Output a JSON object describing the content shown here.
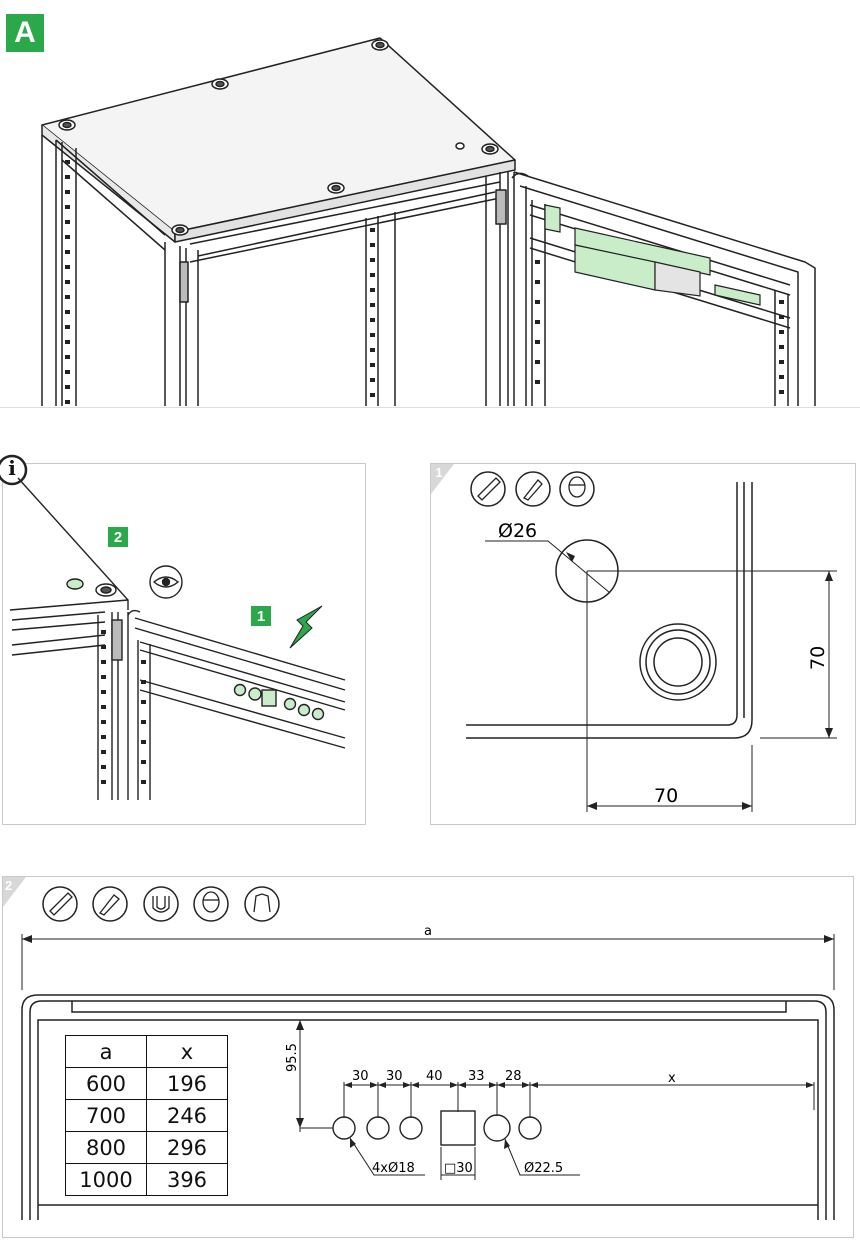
{
  "step_a": {
    "label": "A"
  },
  "detail": {
    "info_icon": "i",
    "callout_1": "1",
    "callout_2": "2"
  },
  "step1": {
    "step_number": "1",
    "tools": [
      "measure-tool-icon",
      "marker-pen-icon",
      "safety-goggles-icon"
    ],
    "hole_diameter_label": "Ø26",
    "dim_vertical": "70",
    "dim_horizontal": "70"
  },
  "step2": {
    "step_number": "2",
    "tools": [
      "measure-tool-icon",
      "drill-icon",
      "magnet-icon",
      "safety-goggles-icon",
      "gloves-icon"
    ],
    "dim_overall": "a",
    "dim_height": "95.5",
    "dim_spacings": [
      "30",
      "30",
      "40",
      "33",
      "28"
    ],
    "dim_x": "x",
    "label_holes": "4xØ18",
    "label_square": "□30",
    "label_large_hole": "Ø22.5",
    "table": {
      "headers": [
        "a",
        "x"
      ],
      "rows": [
        [
          "600",
          "196"
        ],
        [
          "700",
          "246"
        ],
        [
          "800",
          "296"
        ],
        [
          "1000",
          "396"
        ]
      ]
    }
  },
  "colors": {
    "accent_green": "#2aa84a",
    "light_green": "#c9ecc9",
    "line": "#111111"
  }
}
